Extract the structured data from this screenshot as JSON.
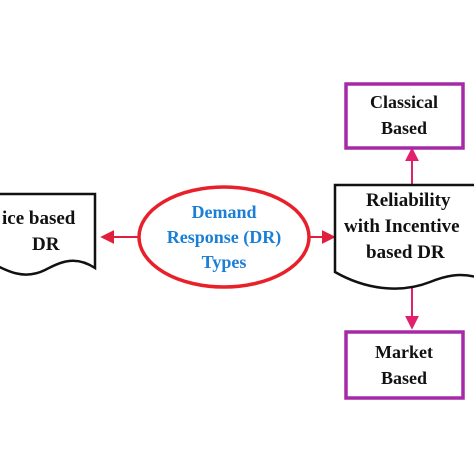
{
  "diagram": {
    "center": {
      "line1": "Demand",
      "line2": "Response (DR)",
      "line3": "Types"
    },
    "left_doc": {
      "line1": "ice based",
      "line2": "DR"
    },
    "right_doc": {
      "line1": "Reliability",
      "line2": "with Incentive",
      "line3": "based DR"
    },
    "top_box": {
      "line1": "Classical",
      "line2": "Based"
    },
    "bottom_box": {
      "line1": "Market",
      "line2": "Based"
    },
    "colors": {
      "ellipse_stroke": "#e8202a",
      "center_text": "#1b7fd6",
      "box_stroke": "#a62aa8",
      "arrow_red": "#e01f3c",
      "arrow_pink": "#e2206e",
      "text_dark": "#111111"
    }
  }
}
